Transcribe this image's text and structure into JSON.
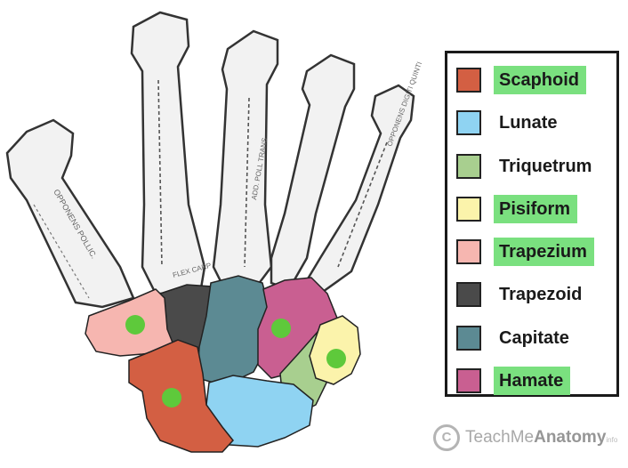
{
  "legend": {
    "items": [
      {
        "label": "Scaphoid",
        "color": "#d35f43",
        "highlighted": true
      },
      {
        "label": "Lunate",
        "color": "#8fd3f2",
        "highlighted": false
      },
      {
        "label": "Triquetrum",
        "color": "#a8cf8f",
        "highlighted": false
      },
      {
        "label": "Pisiform",
        "color": "#fbf3ab",
        "highlighted": true
      },
      {
        "label": "Trapezium",
        "color": "#f6b6b0",
        "highlighted": true
      },
      {
        "label": "Trapezoid",
        "color": "#4a4a4a",
        "highlighted": false
      },
      {
        "label": "Capitate",
        "color": "#5c8a93",
        "highlighted": false
      },
      {
        "label": "Hamate",
        "color": "#c95f91",
        "highlighted": true
      }
    ],
    "highlight_color": "#7ae07f"
  },
  "markers": {
    "color": "#5ec93b",
    "count": 4
  },
  "illustration_labels": {
    "opponens_pollicis": "OPPONENS POLLIC.",
    "flex_carp_rad": "FLEX CARP RAD",
    "add_poll_trans": "ADD. POLL TRANS",
    "opponens_digiti_quinti": "OPPONENS DIGITI QUINTI"
  },
  "watermark": {
    "symbol": "C",
    "brand_regular": "TeachMe",
    "brand_bold": "Anatomy",
    "suffix": "info"
  }
}
